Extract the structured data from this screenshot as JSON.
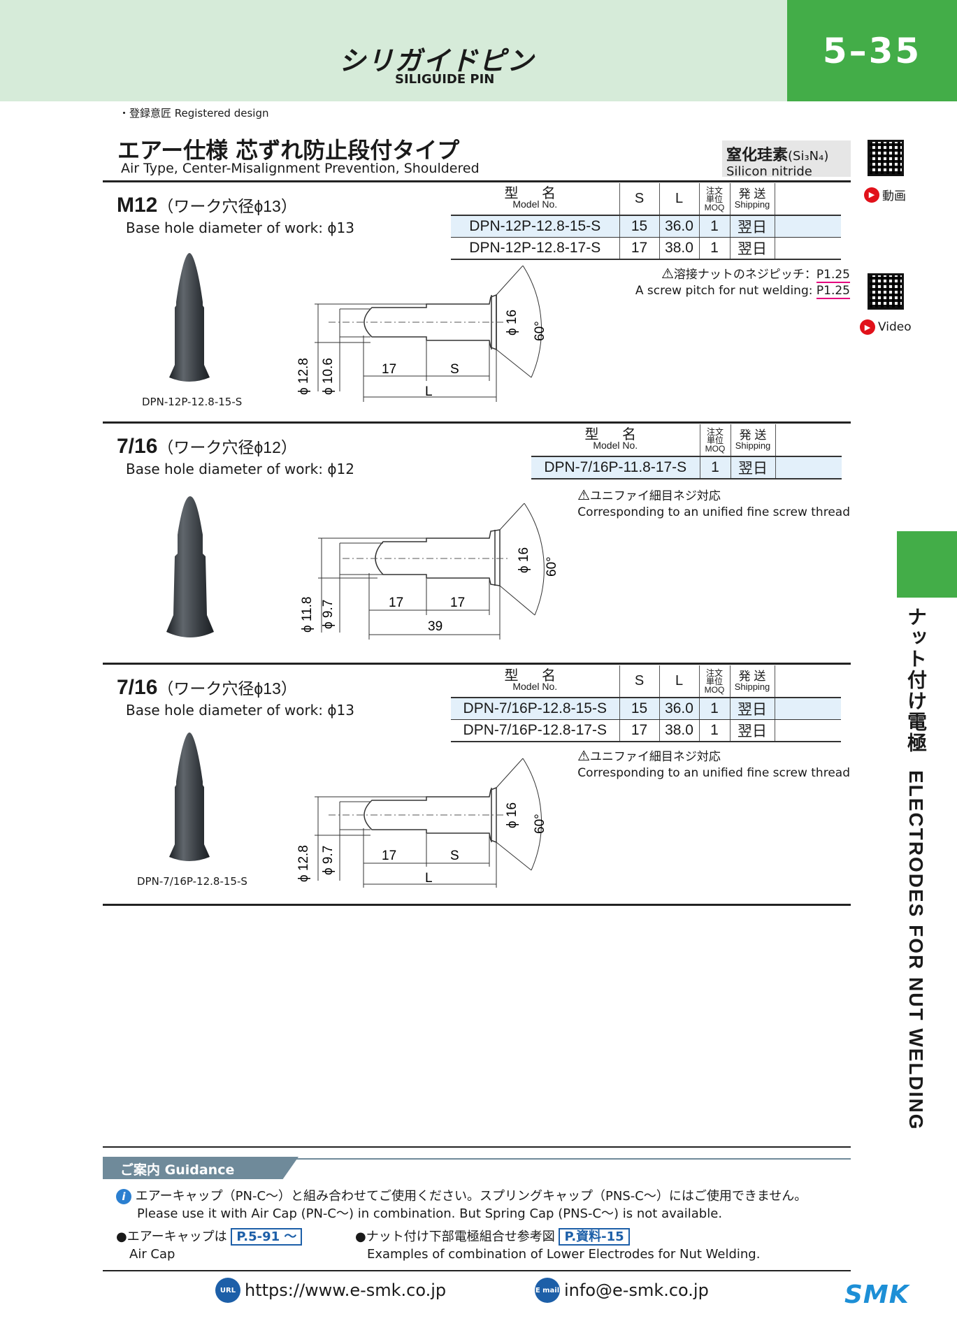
{
  "header": {
    "product_jp": "シリガイドピン",
    "product_en": "SILIGUIDE PIN",
    "page_number": "5–35"
  },
  "registered": "・登録意匠  Registered design",
  "title": {
    "jp": "エアー仕様 芯ずれ防止段付タイプ",
    "en": "Air Type, Center-Misalignment Prevention, Shouldered"
  },
  "material": {
    "jp": "窒化珪素",
    "formula": "(Si₃N₄)",
    "en": "Silicon nitride"
  },
  "media": {
    "video_jp": "動画",
    "video_en": "Video"
  },
  "table_headers": {
    "model_jp": "型 名",
    "model_en": "Model No.",
    "s": "S",
    "l": "L",
    "moq_jp1": "注文",
    "moq_jp2": "単位",
    "moq_en": "MOQ",
    "ship_jp": "発 送",
    "ship_en": "Shipping"
  },
  "sections": [
    {
      "head": "M12",
      "head_jp": "（ワーク穴径ϕ13）",
      "sub": "Base hole diameter of work: ϕ13",
      "rows": [
        {
          "model": "DPN-12P-12.8-15-S",
          "s": "15",
          "l": "36.0",
          "moq": "1",
          "ship": "翌日"
        },
        {
          "model": "DPN-12P-12.8-17-S",
          "s": "17",
          "l": "38.0",
          "moq": "1",
          "ship": "翌日"
        }
      ],
      "note_jp": "溶接ナットのネジピッチ：",
      "note_jp_val": "P1.25",
      "note_en": "A screw pitch for nut welding: ",
      "note_en_val": "P1.25",
      "pin_label": "DPN-12P-12.8-15-S",
      "dims": {
        "d_outer": "ϕ 12.8",
        "d_inner": "ϕ 10.6",
        "a": "17",
        "b": "S",
        "total": "L",
        "d_flange": "ϕ 16",
        "angle": "60°"
      }
    },
    {
      "head": "7/16",
      "head_jp": "（ワーク穴径ϕ12）",
      "sub": "Base hole diameter of work: ϕ12",
      "rows": [
        {
          "model": "DPN-7/16P-11.8-17-S",
          "moq": "1",
          "ship": "翌日"
        }
      ],
      "note_jp": "ユニファイ細目ネジ対応",
      "note_en": "Corresponding to an unified fine screw thread",
      "dims": {
        "d_outer": "ϕ 11.8",
        "d_inner": "ϕ 9.7",
        "a": "17",
        "b": "17",
        "total": "39",
        "d_flange": "ϕ 16",
        "angle": "60°"
      }
    },
    {
      "head": "7/16",
      "head_jp": "（ワーク穴径ϕ13）",
      "sub": "Base hole diameter of work: ϕ13",
      "rows": [
        {
          "model": "DPN-7/16P-12.8-15-S",
          "s": "15",
          "l": "36.0",
          "moq": "1",
          "ship": "翌日"
        },
        {
          "model": "DPN-7/16P-12.8-17-S",
          "s": "17",
          "l": "38.0",
          "moq": "1",
          "ship": "翌日"
        }
      ],
      "note_jp": "ユニファイ細目ネジ対応",
      "note_en": "Corresponding to an unified fine screw thread",
      "pin_label": "DPN-7/16P-12.8-15-S",
      "dims": {
        "d_outer": "ϕ 12.8",
        "d_inner": "ϕ 9.7",
        "a": "17",
        "b": "S",
        "total": "L",
        "d_flange": "ϕ 16",
        "angle": "60°"
      }
    }
  ],
  "side": {
    "jp": "ナット付け電極",
    "en": "ELECTRODES FOR NUT WELDING"
  },
  "guidance": {
    "title": "ご案内 Guidance",
    "line1_jp": "エアーキャップ（PN-C〜）と組み合わせてご使用ください。スプリングキャップ（PNS-C〜）にはご使用できません。",
    "line1_en": "Please use it with Air Cap (PN-C〜) in combination. But Spring Cap (PNS-C〜) is not available.",
    "left_jp": "●エアーキャップは",
    "left_ref": "P.5-91 〜",
    "left_en": "Air Cap",
    "right_jp": "●ナット付け下部電極組合せ参考図",
    "right_ref": "P.資料-15",
    "right_en": "Examples of combination of Lower Electrodes for Nut Welding."
  },
  "footer": {
    "url_icon": "URL",
    "url": "https://www.e-smk.co.jp",
    "mail_icon": "E mail",
    "email": "info@e-smk.co.jp",
    "brand": "SMK"
  },
  "colors": {
    "green": "#43ad48",
    "header_bg": "#d6ebd9",
    "row_highlight": "#e3f0fa",
    "guidance": "#6f8a9a",
    "link_blue": "#1d5fa8"
  }
}
